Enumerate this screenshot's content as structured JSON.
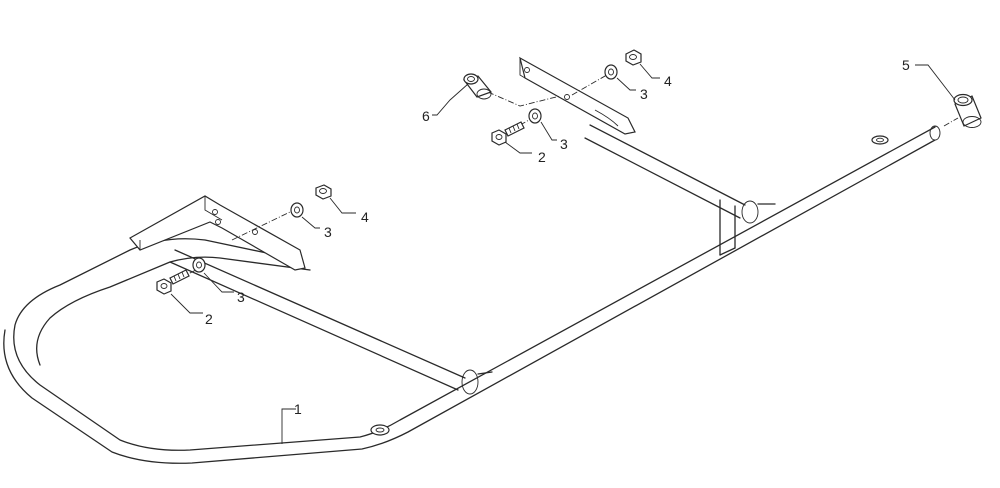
{
  "callouts": {
    "c1": "1",
    "c2a": "2",
    "c2b": "2",
    "c3a": "3",
    "c3b": "3",
    "c3c": "3",
    "c3d": "3",
    "c4a": "4",
    "c4b": "4",
    "c5": "5",
    "c6": "6"
  }
}
